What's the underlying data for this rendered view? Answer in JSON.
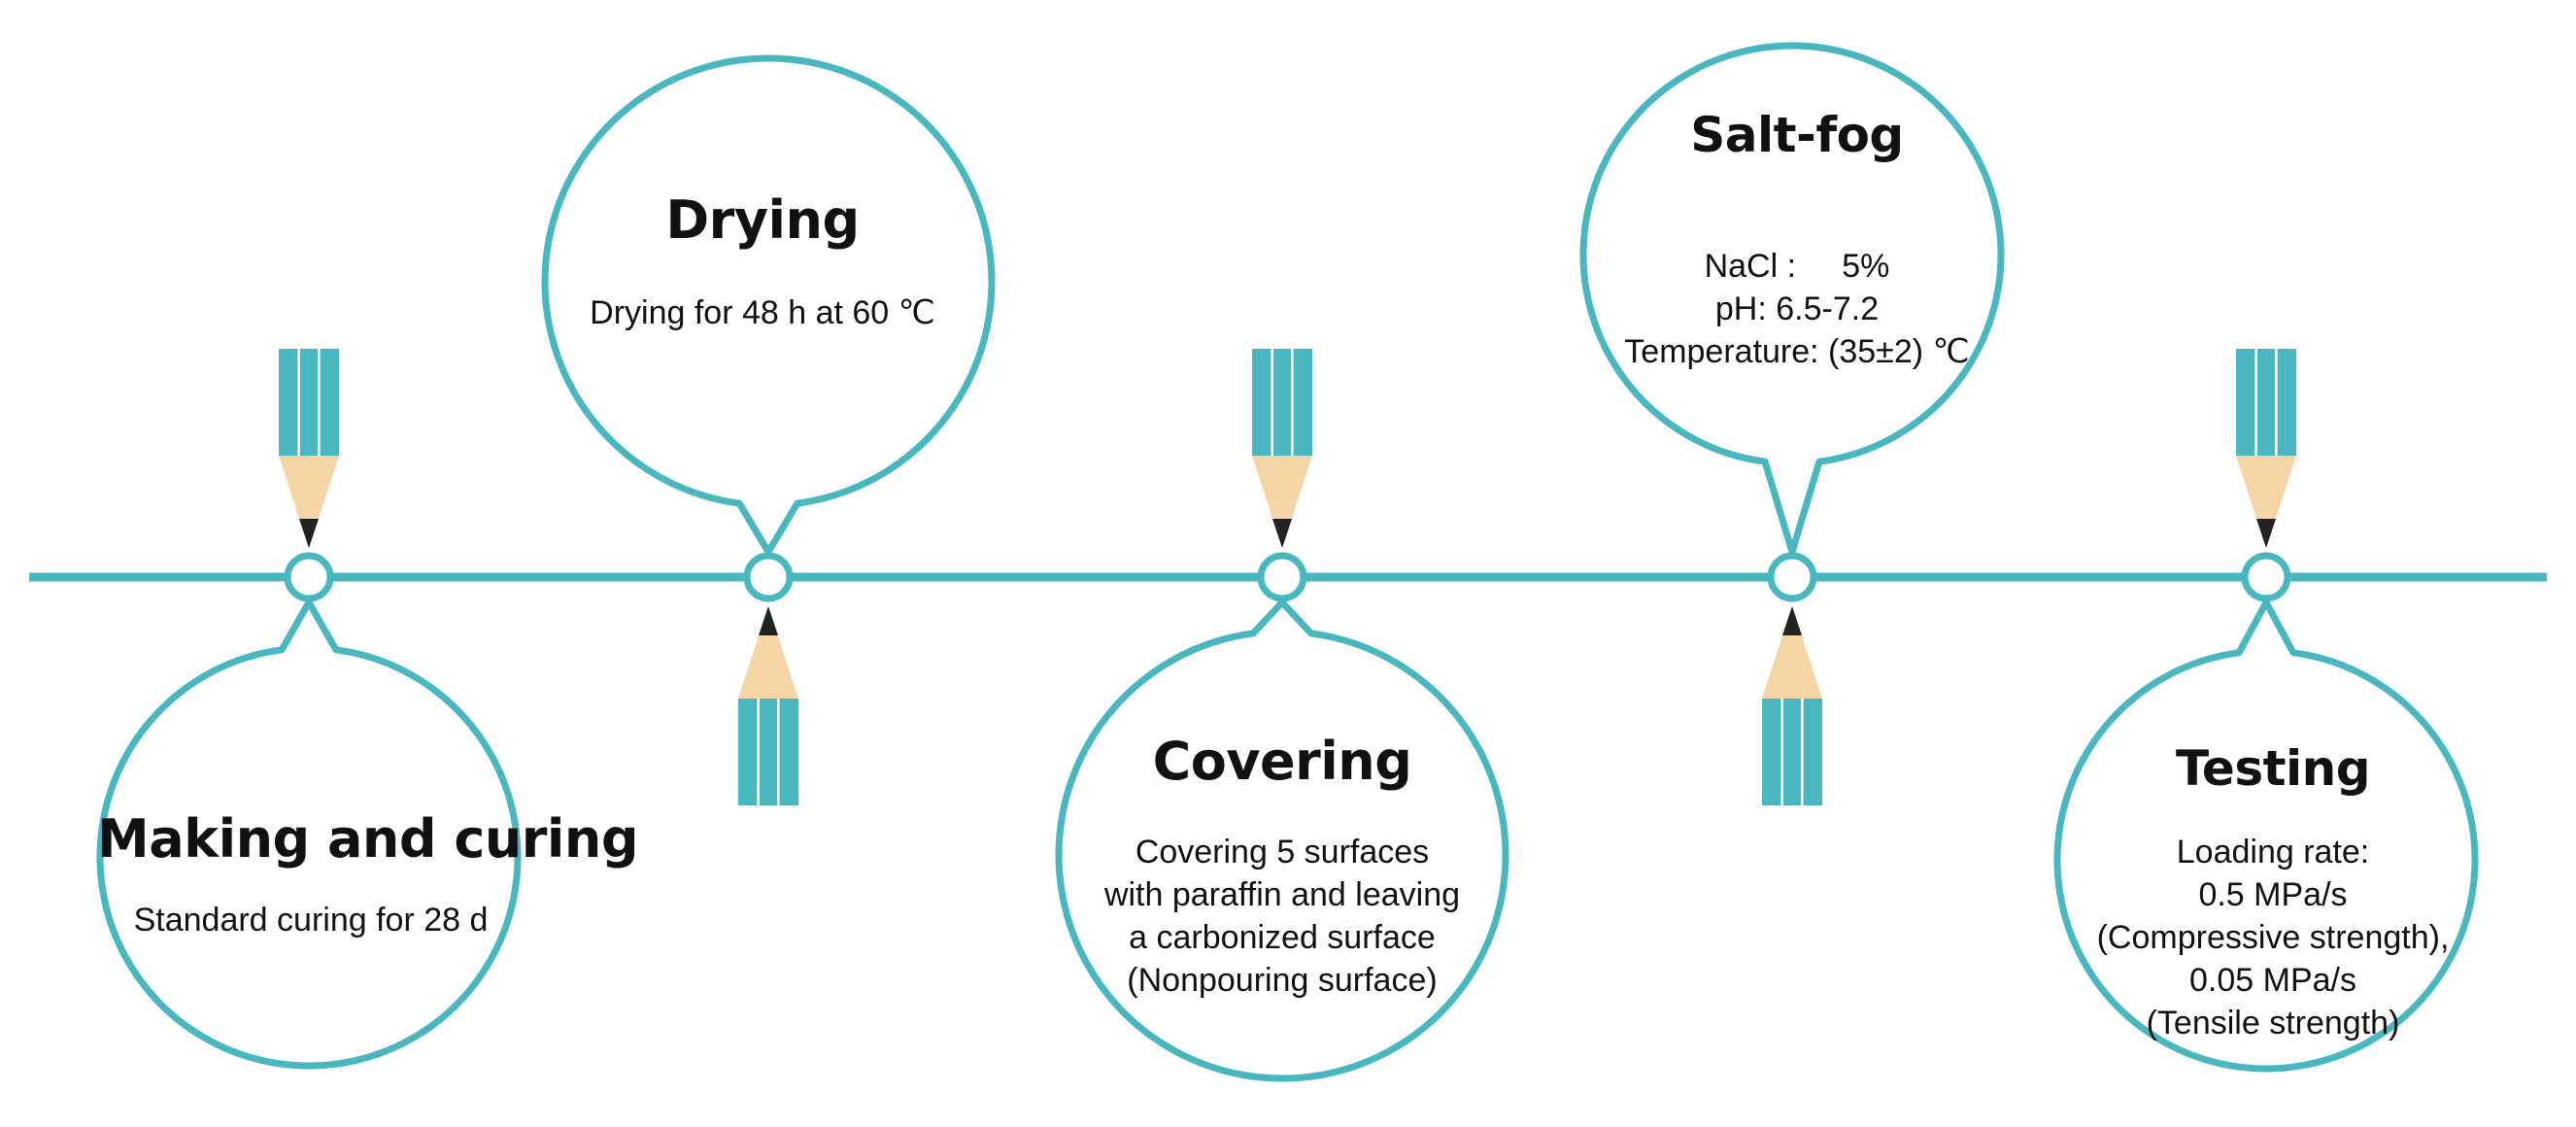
{
  "colors": {
    "accent": "#48b7bf",
    "pencil_body": "#48b7bf",
    "pencil_wood": "#f5d5a6",
    "pencil_tip": "#222222",
    "bubble_fill": "#ffffff",
    "text": "#111111"
  },
  "stages": [
    {
      "title": "Making and curing",
      "lines": [
        "Standard curing for 28 d"
      ],
      "bubble": "below",
      "pencil": "above"
    },
    {
      "title": "Drying",
      "lines": [
        "Drying for 48 h at 60 ℃"
      ],
      "bubble": "above",
      "pencil": "below"
    },
    {
      "title": "Covering",
      "lines": [
        "Covering 5 surfaces",
        "with paraffin and leaving",
        "a carbonized surface",
        "(Nonpouring surface)"
      ],
      "bubble": "below",
      "pencil": "above"
    },
    {
      "title": "Salt-fog",
      "lines": [
        "NaCl :     5%",
        "pH: 6.5-7.2",
        "Temperature: (35±2) ℃"
      ],
      "bubble": "above",
      "pencil": "below"
    },
    {
      "title": "Testing",
      "lines": [
        "Loading rate:",
        "0.5 MPa/s",
        "(Compressive strength),",
        "0.05 MPa/s",
        "(Tensile strength)"
      ],
      "bubble": "below",
      "pencil": "above"
    }
  ]
}
